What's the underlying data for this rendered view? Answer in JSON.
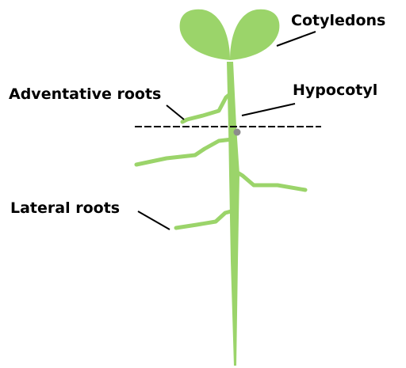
{
  "labels": {
    "cotyledons": "Cotyledons",
    "hypocotyl": "Hypocotyl",
    "adventitious_roots": "Adventative roots",
    "lateral_roots": "Lateral roots"
  },
  "colors": {
    "plant": "#9bd46a",
    "plant_dark": "#8cc95c",
    "leader": "#000000",
    "marker": "#8c8c8c"
  }
}
